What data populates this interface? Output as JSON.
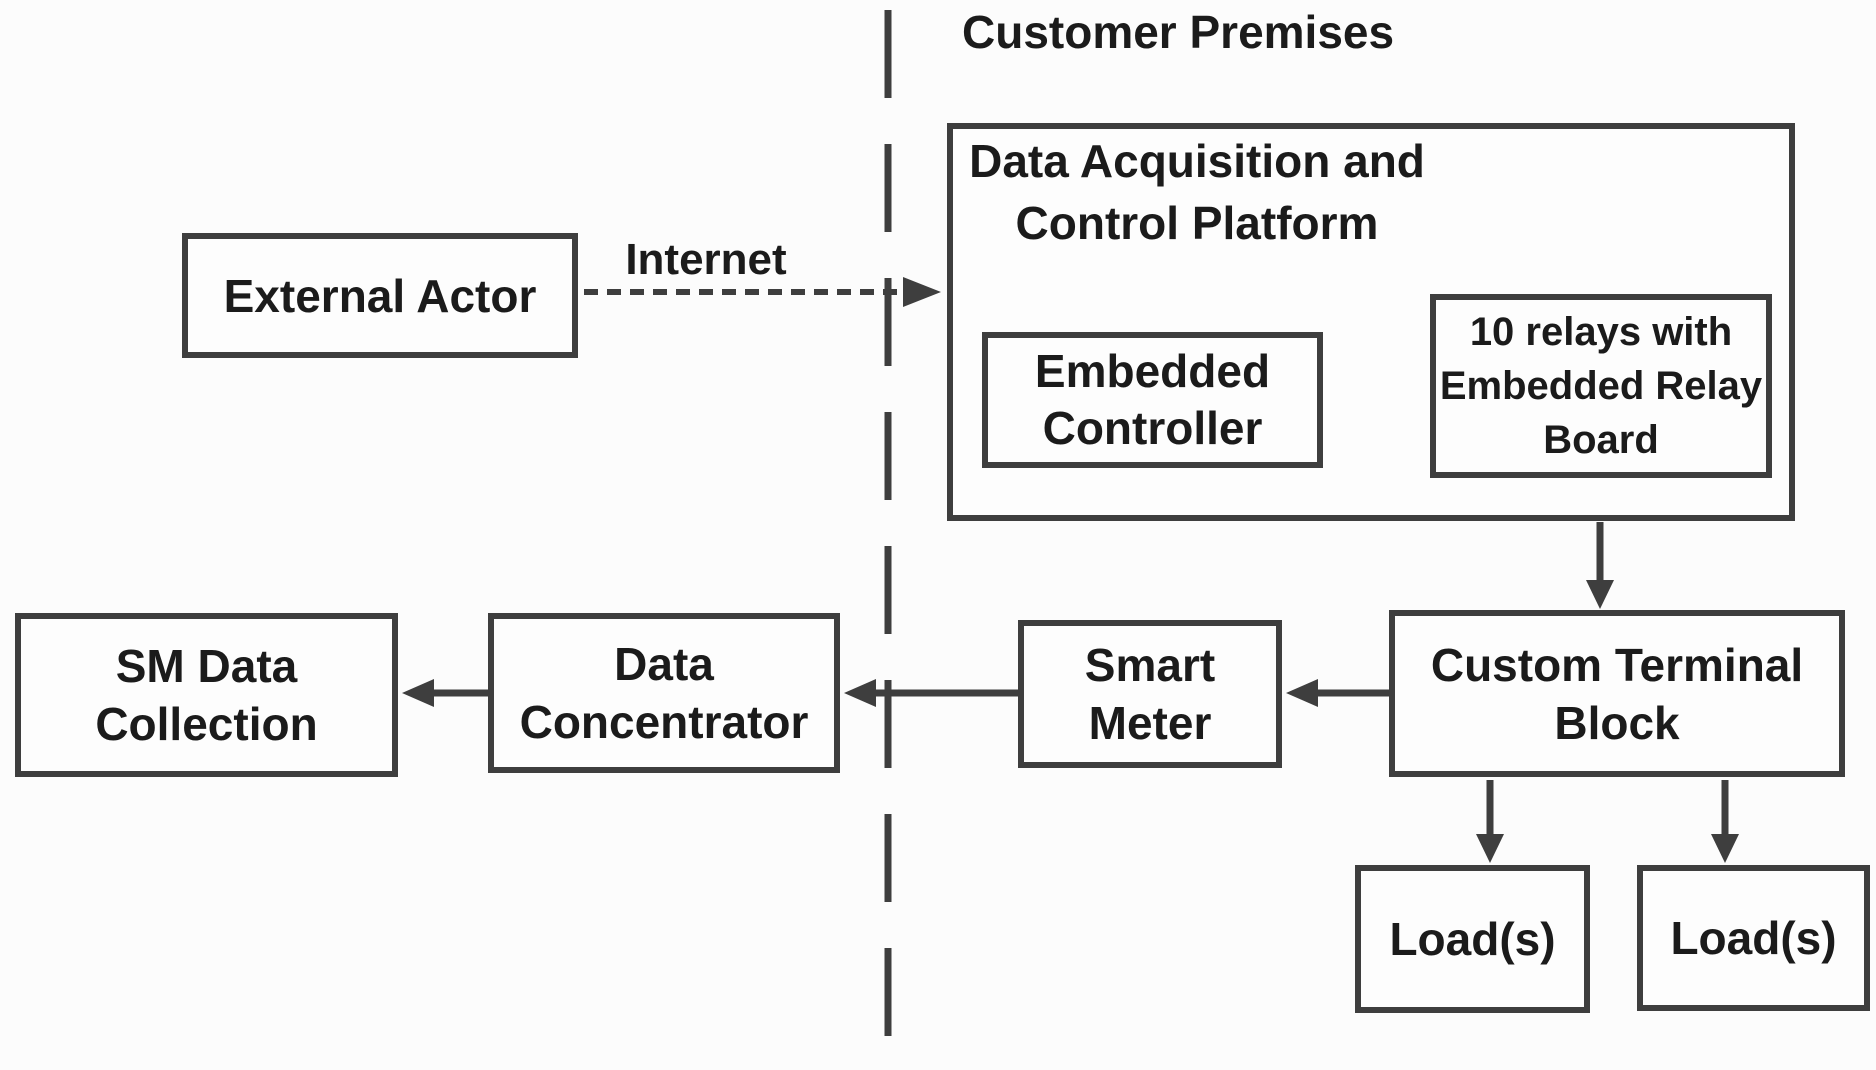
{
  "colors": {
    "line": "#3e3e3e",
    "text": "#1b1b1b",
    "box_background": "#fdfdfd",
    "page_background": "#fcfcfc"
  },
  "region": {
    "label": "Customer Premises"
  },
  "edges": {
    "internet_label": "Internet"
  },
  "nodes": {
    "external_actor": {
      "lines": [
        "External Actor"
      ]
    },
    "platform": {
      "lines": [
        "Data Acquisition and",
        "Control Platform"
      ]
    },
    "embedded_controller": {
      "lines": [
        "Embedded",
        "Controller"
      ]
    },
    "relay_board": {
      "lines": [
        "10 relays with",
        "Embedded Relay",
        "Board"
      ]
    },
    "custom_terminal_block": {
      "lines": [
        "Custom Terminal",
        "Block"
      ]
    },
    "smart_meter": {
      "lines": [
        "Smart",
        "Meter"
      ]
    },
    "data_concentrator": {
      "lines": [
        "Data",
        "Concentrator"
      ]
    },
    "sm_data_collection": {
      "lines": [
        "SM Data",
        "Collection"
      ]
    },
    "load_left": {
      "lines": [
        "Load(s)"
      ]
    },
    "load_right": {
      "lines": [
        "Load(s)"
      ]
    }
  }
}
